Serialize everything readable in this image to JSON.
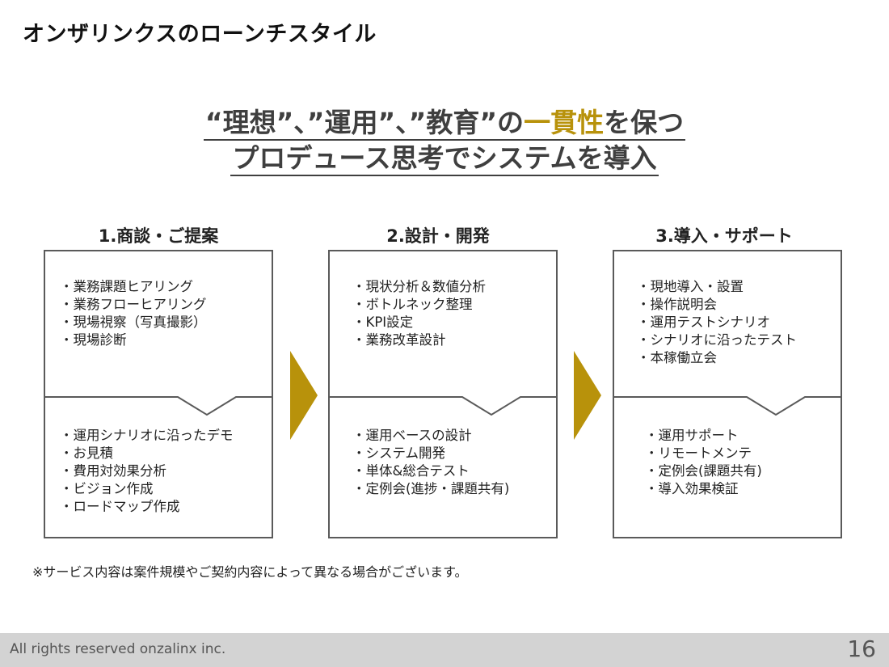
{
  "page": {
    "title": "オンザリンクスのローンチスタイル"
  },
  "headline": {
    "line1_part1": "“理想”、”運用”、”教育”の",
    "line1_accent": "一貫性",
    "line1_part2": "を保つ",
    "line2": "プロデュース思考でシステムを導入",
    "accent_color": "#b8920b"
  },
  "steps": [
    {
      "title": "1.商談・ご提案",
      "upper": [
        "業務課題ヒアリング",
        "業務フローヒアリング",
        "現場視察（写真撮影）",
        "現場診断"
      ],
      "lower": [
        "運用シナリオに沿ったデモ",
        "お見積",
        "費用対効果分析",
        "ビジョン作成",
        "ロードマップ作成"
      ]
    },
    {
      "title": "2.設計・開発",
      "upper": [
        "現状分析＆数値分析",
        "ボトルネック整理",
        "KPI設定",
        "業務改革設計"
      ],
      "lower": [
        "運用ベースの設計",
        "システム開発",
        "単体&総合テスト",
        "定例会(進捗・課題共有)"
      ]
    },
    {
      "title": "3.導入・サポート",
      "upper": [
        "現地導入・設置",
        "操作説明会",
        "運用テストシナリオ",
        "シナリオに沿ったテスト",
        "本稼働立会"
      ],
      "lower": [
        "運用サポート",
        "リモートメンテ",
        "定例会(課題共有)",
        "導入効果検証"
      ]
    }
  ],
  "note": "※サービス内容は案件規模やご契約内容によって異なる場合がございます。",
  "footer": {
    "copyright": "All rights reserved onzalinx inc.",
    "page_number": "16"
  },
  "colors": {
    "arrow": "#b8920b",
    "box_border": "#5a5a5a",
    "footer_bg": "#d3d3d3"
  }
}
